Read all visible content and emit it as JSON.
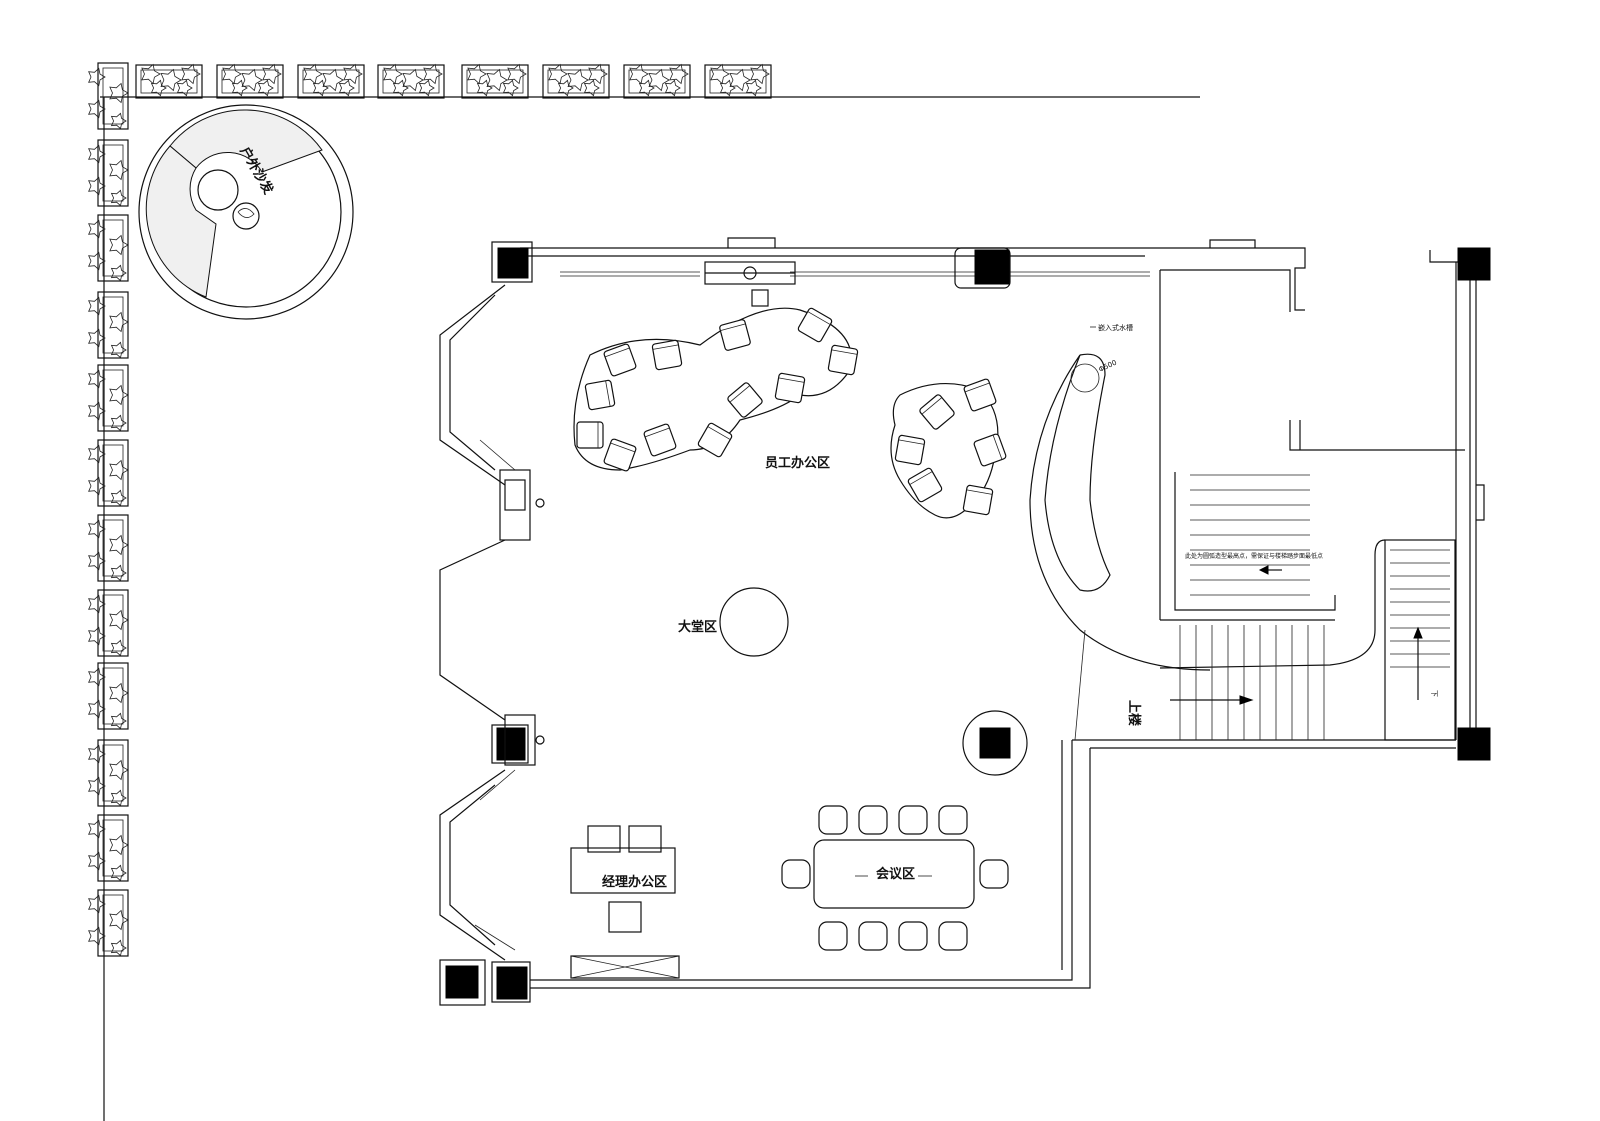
{
  "labels": {
    "outdoor_deck": "户外沙发",
    "staff_office": "员工办公区",
    "lobby": "大堂区",
    "manager_office": "经理办公区",
    "meeting": "会议区",
    "water_feature": "嵌入式水槽",
    "diameter": "Φ500",
    "stair_note": "此处为圆弧造型最高点，需保证与楼梯踏步面最低点",
    "stair_up": "上楼",
    "stair_down": "下"
  },
  "colors": {
    "line": "#111111",
    "column": "#000000",
    "paper": "#ffffff",
    "hatch": "#f0f0f0"
  }
}
